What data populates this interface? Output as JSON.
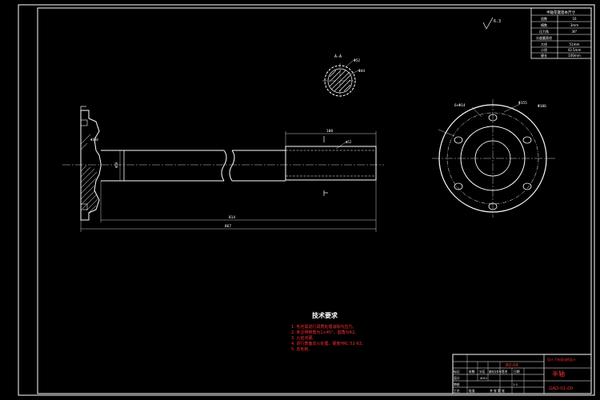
{
  "spline_table": {
    "title": "半轴花键基本尺寸",
    "rows": [
      {
        "label": "齿数",
        "value": "16"
      },
      {
        "label": "模数",
        "value": "3mm"
      },
      {
        "label": "压力角",
        "value": "30°"
      },
      {
        "label": "分度圆直径",
        "value": ""
      },
      {
        "label": "大径",
        "value": "51mm"
      },
      {
        "label": "小径",
        "value": "43.5mm"
      },
      {
        "label": "键长",
        "value": "100mm"
      }
    ]
  },
  "annotations": {
    "roughness_top": "6.3",
    "section_label": "A-A",
    "section_dia_1": "Φ52",
    "section_dia_2": "Φ44",
    "shaft_len_1": "814",
    "shaft_len_2": "867",
    "spline_len": "100",
    "flange_dim": "Φ180",
    "flange_hole": "6×Φ14",
    "flange_pcd": "Φ155",
    "flange_od": "Φ186",
    "shaft_dia": "Φ50",
    "spline_dia": "Φ52"
  },
  "tech_req": {
    "title": "技术要求",
    "items": [
      "1. 毛坯需进行调质处理消除内应力。",
      "2. 未注明倒角为1×45°，圆角为R2。",
      "3. 火焰淬硬。",
      "4. 进行表面淬火处理，硬度HRC 52-63。",
      "5. 去毛刺。"
    ]
  },
  "title_block": {
    "part_name": "半轴",
    "drawing_no": "BQ-09",
    "school": "设计 汽车驱动桥设计",
    "scale": "1:1",
    "material": "40Cr",
    "code": "GAD-01-00",
    "labels": [
      "标记",
      "处数",
      "分区",
      "更改文件号",
      "签名",
      "日期"
    ],
    "labels2": [
      "设计",
      "审核",
      "工艺",
      "批准"
    ],
    "sheet": "共 张 第 张"
  },
  "colors": {
    "background": "#000000",
    "line": "#ffffff",
    "accent": "#ff3030",
    "highlight": "#ffff00"
  }
}
